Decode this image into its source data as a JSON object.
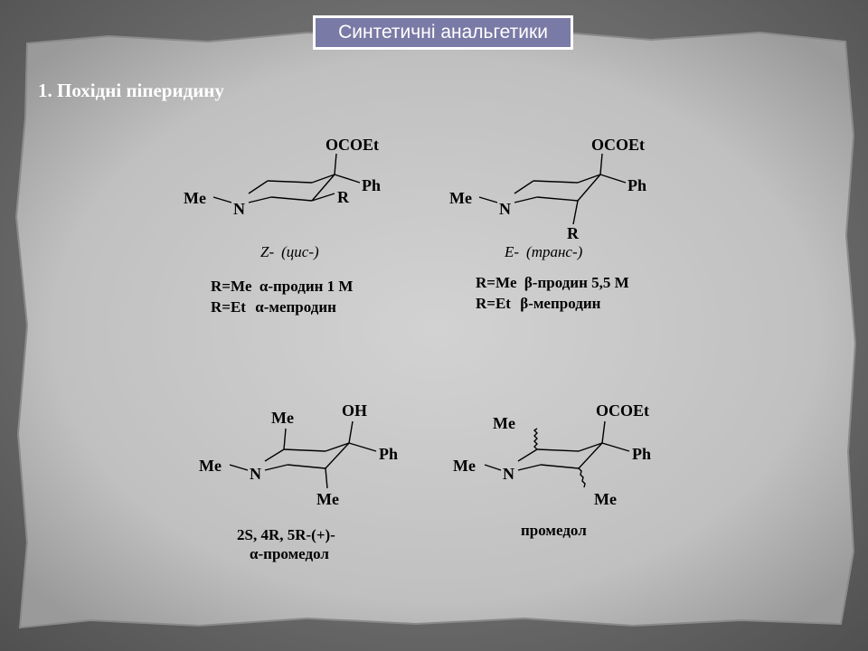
{
  "slide": {
    "title": "Синтетичні анальгетики",
    "heading": "1. Похідні піперидину"
  },
  "structures": {
    "z": {
      "sub_top": "OCOEt",
      "ph": "Ph",
      "r": "R",
      "n": "N",
      "me": "Me",
      "isomer_prefix": "Z-",
      "isomer_name": "(цис-)",
      "line1_r": "R=Me",
      "line1_greek": "α",
      "line1_rest": "-продин 1 М",
      "line2_r": "R=Et",
      "line2_greek": "α",
      "line2_rest": "-мепродин"
    },
    "e": {
      "sub_top": "OCOEt",
      "ph": "Ph",
      "r": "R",
      "n": "N",
      "me": "Me",
      "isomer_prefix": "E-",
      "isomer_name": "(транс-)",
      "line1_r": "R=Me",
      "line1_greek": "β",
      "line1_rest": "-продин 5,5 М",
      "line2_r": "R=Et",
      "line2_greek": "β",
      "line2_rest": "-мепродин"
    },
    "alpha_promedol": {
      "me_top": "Me",
      "oh": "OH",
      "ph": "Ph",
      "n": "N",
      "me_n": "Me",
      "me_bottom": "Me",
      "caption1": "2S, 4R, 5R-(+)-",
      "caption2_greek": "α",
      "caption2_rest": "-промедол"
    },
    "promedol": {
      "me_top": "Me",
      "sub_top": "OCOEt",
      "ph": "Ph",
      "n": "N",
      "me_n": "Me",
      "me_bottom": "Me",
      "caption": "промедол"
    }
  },
  "colors": {
    "title_fill": "#7a7aa6",
    "paper": "#c4c4c4",
    "background": "#5a5a5a"
  }
}
